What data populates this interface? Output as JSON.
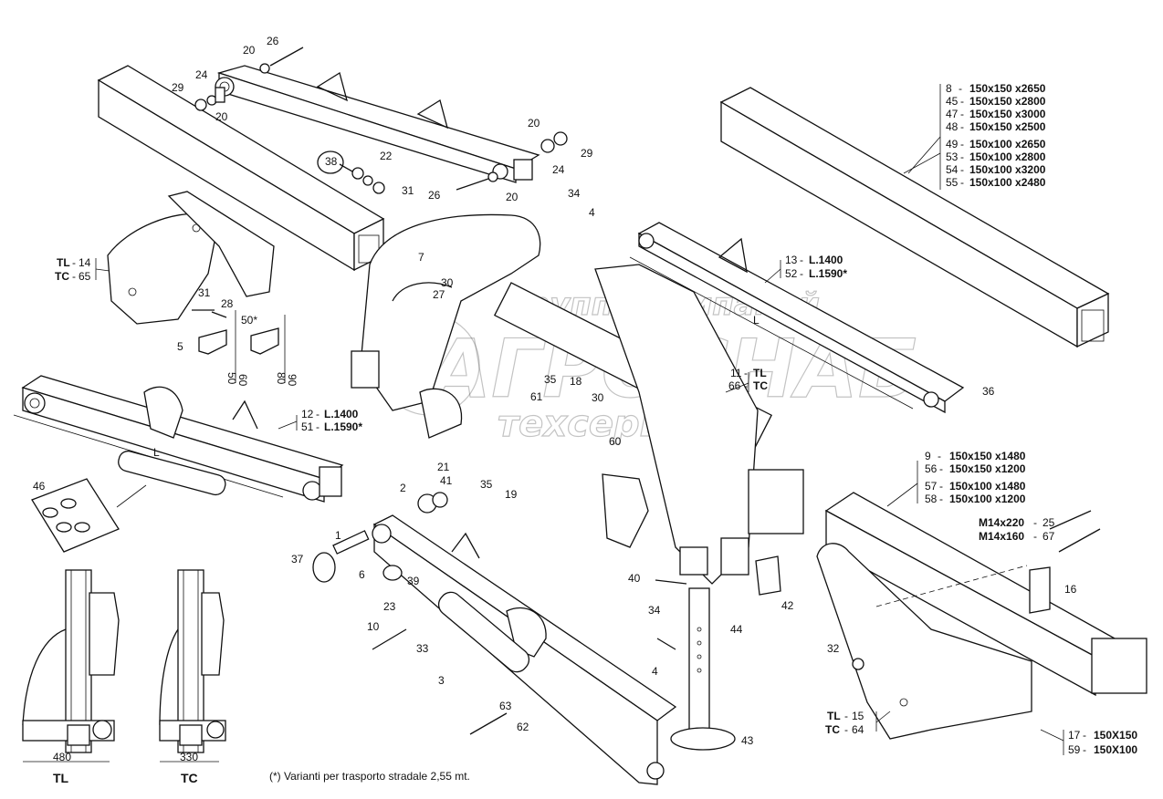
{
  "watermark": {
    "line1": "группа компаний",
    "line2": "АГРОСНАБ",
    "line3": "техсервис"
  },
  "footnote": "(*) Varianti per trasporto stradale 2,55 mt.",
  "views": {
    "tl": {
      "label": "TL",
      "dim": "480"
    },
    "tc": {
      "label": "TC",
      "dim": "330"
    }
  },
  "dim_L": "L",
  "tables": {
    "beams_top": [
      {
        "n": "8",
        "spec": "150x150 x2650"
      },
      {
        "n": "45",
        "spec": "150x150 x2800"
      },
      {
        "n": "47",
        "spec": "150x150 x3000"
      },
      {
        "n": "48",
        "spec": "150x150 x2500"
      },
      {
        "n": "49",
        "spec": "150x100 x2650"
      },
      {
        "n": "53",
        "spec": "150x100 x2800"
      },
      {
        "n": "54",
        "spec": "150x100 x3200"
      },
      {
        "n": "55",
        "spec": "150x100 x2480"
      }
    ],
    "beams_right": [
      {
        "n": "9",
        "spec": "150x150 x1480"
      },
      {
        "n": "56",
        "spec": "150x150 x1200"
      },
      {
        "n": "57",
        "spec": "150x100 x1480"
      },
      {
        "n": "58",
        "spec": "150x100 x1200"
      }
    ],
    "bolts": [
      {
        "spec": "M14x220",
        "n": "25"
      },
      {
        "spec": "M14x160",
        "n": "67"
      }
    ],
    "end_tube": [
      {
        "n": "17",
        "spec": "150X150"
      },
      {
        "n": "59",
        "spec": "150X100"
      }
    ]
  },
  "paired": {
    "left_bracket": {
      "a": "TL",
      "an": "14",
      "b": "TC",
      "bn": "65"
    },
    "center_plate": {
      "a": "TL",
      "an": "11",
      "b": "TC",
      "bn": "66"
    },
    "right_bracket": {
      "a": "TL",
      "an": "15",
      "b": "TC",
      "bn": "64"
    },
    "arm_right": {
      "a": "13",
      "as": "L.1400",
      "b": "52",
      "bs": "L.1590*"
    },
    "arm_left": {
      "a": "12",
      "as": "L.1400",
      "b": "51",
      "bs": "L.1590*"
    }
  },
  "callouts": [
    "1",
    "2",
    "3",
    "4",
    "5",
    "6",
    "7",
    "10",
    "16",
    "18",
    "19",
    "20",
    "21",
    "22",
    "23",
    "24",
    "26",
    "27",
    "28",
    "29",
    "30",
    "31",
    "32",
    "33",
    "34",
    "35",
    "36",
    "37",
    "38",
    "39",
    "40",
    "41",
    "42",
    "43",
    "44",
    "46",
    "50*",
    "60",
    "61",
    "62",
    "63"
  ],
  "ruler_marks": [
    "50",
    "60",
    "80",
    "90"
  ]
}
